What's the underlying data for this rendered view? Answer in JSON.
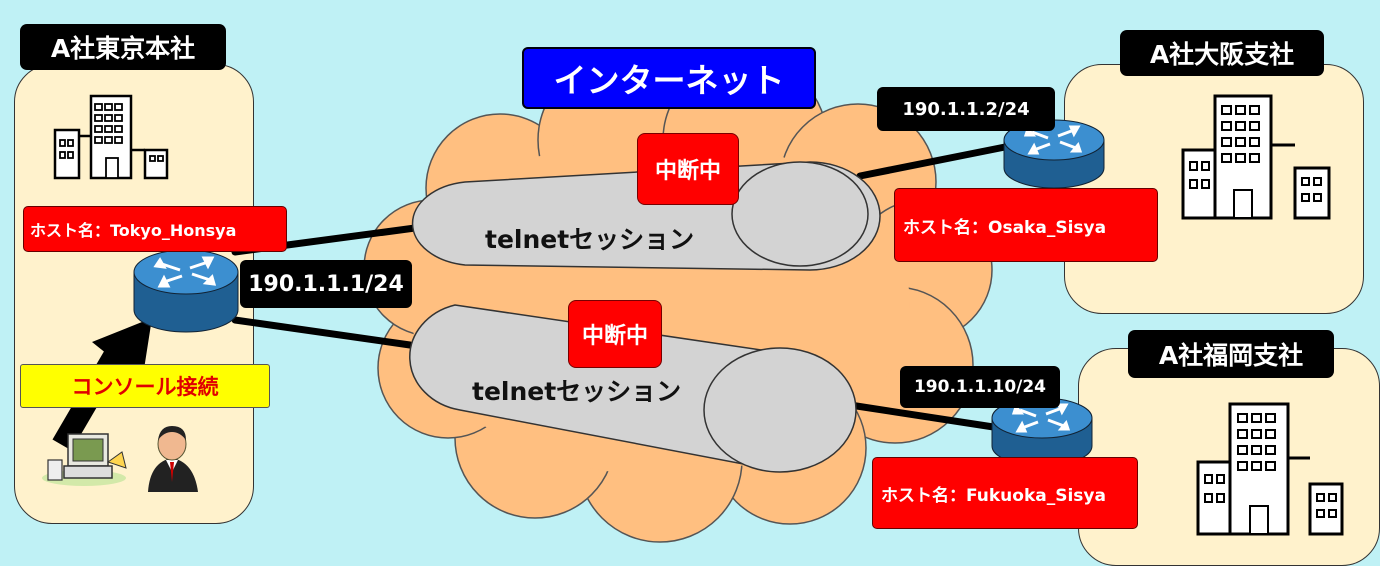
{
  "internet": {
    "label": "インターネット",
    "color": "#0000ff"
  },
  "sessions": [
    {
      "label": "telnetセッション",
      "status": "中断中"
    },
    {
      "label": "telnetセッション",
      "status": "中断中"
    }
  ],
  "sites": {
    "tokyo": {
      "name": "A社東京本社",
      "hostname": "ホスト名：Tokyo_Honsya",
      "ip": "190.1.1.1/24",
      "console": "コンソール接続"
    },
    "osaka": {
      "name": "A社大阪支社",
      "hostname": "ホスト名：Osaka_Sisya",
      "ip": "190.1.1.2/24"
    },
    "fukuoka": {
      "name": "A社福岡支社",
      "hostname": "ホスト名：Fukuoka_Sisya",
      "ip": "190.1.1.10/24"
    }
  },
  "colors": {
    "background": "#bff1f5",
    "site": "#fff2cc",
    "cloud": "#ffbf80",
    "router": "#2f79b5",
    "alert": "#ff0000",
    "console_box": "#ffff00"
  }
}
